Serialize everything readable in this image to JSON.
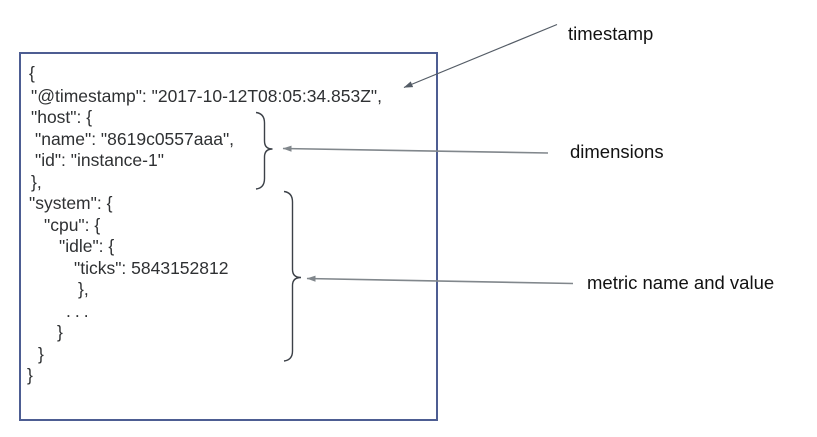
{
  "document": {
    "lines": [
      "{",
      "\"@timestamp\": \"2017-10-12T08:05:34.853Z\",",
      "\"host\": {",
      "\"name\": \"8619c0557aaa\",",
      "\"id\": \"instance-1\"",
      "},",
      "\"system\": {",
      "\"cpu\": {",
      "\"idle\": {",
      "\"ticks\": 5843152812",
      "},",
      "...",
      "}",
      "}",
      "}"
    ]
  },
  "annotations": {
    "timestamp": "timestamp",
    "dimensions": "dimensions",
    "metric": "metric name and value"
  },
  "colors": {
    "box_border": "#4d5d92",
    "code_text": "#2f3133",
    "label_text": "#121212",
    "arrow_gray": "#81878c",
    "arrow_dark": "#545c66",
    "brace": "#3c4148"
  }
}
